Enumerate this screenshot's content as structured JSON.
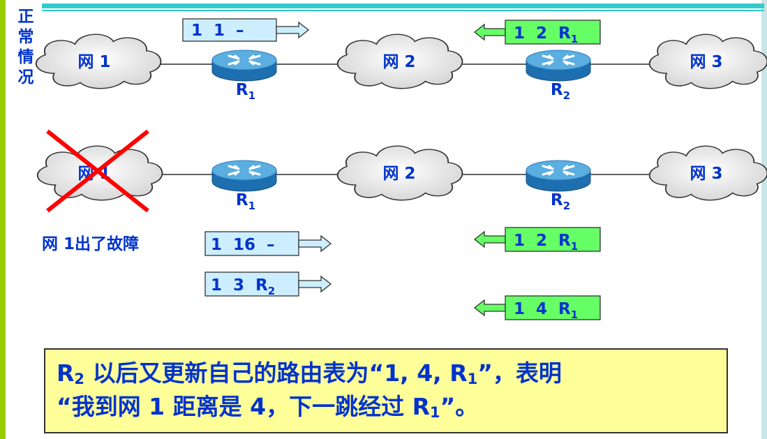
{
  "side_label": [
    "正",
    "常",
    "情",
    "况"
  ],
  "networks_top": [
    "网 1",
    "网 2",
    "网 3"
  ],
  "networks_bottom": [
    "网 1",
    "网 2",
    "网 3"
  ],
  "routers": [
    {
      "label": "R",
      "sub": "1"
    },
    {
      "label": "R",
      "sub": "2"
    }
  ],
  "fault_label": "网 1出了故障",
  "messages": [
    {
      "id": "m1",
      "text": "1  1  –",
      "sub": "",
      "dir": "right",
      "color": "#cceeff"
    },
    {
      "id": "m2",
      "text": "1  2  R",
      "sub": "1",
      "dir": "left",
      "color": "#66ff66"
    },
    {
      "id": "m3",
      "text": "1  16  –",
      "sub": "",
      "dir": "right",
      "color": "#cceeff"
    },
    {
      "id": "m4",
      "text": "1  2  R",
      "sub": "1",
      "dir": "left",
      "color": "#66ff66"
    },
    {
      "id": "m5",
      "text": "1  3  R",
      "sub": "2",
      "dir": "right",
      "color": "#cceeff"
    },
    {
      "id": "m6",
      "text": "1  4  R",
      "sub": "1",
      "dir": "left",
      "color": "#66ff66"
    }
  ],
  "summary": {
    "line1_a": "R",
    "line1_sub": "2",
    "line1_b": " 以后又更新自己的路由表为“1, 4, R",
    "line1_sub2": "1",
    "line1_c": "”，表明",
    "line2_a": "“我到网 1 距离是 4，下一跳经过 R",
    "line2_sub": "1",
    "line2_b": "”。"
  },
  "colors": {
    "text": "#0033cc",
    "link": "#000000",
    "cross": "#ff0000",
    "router_top": "#5aaee0",
    "router_body": "#1e6fb0",
    "cloud_fill": "#e6e6e6"
  }
}
